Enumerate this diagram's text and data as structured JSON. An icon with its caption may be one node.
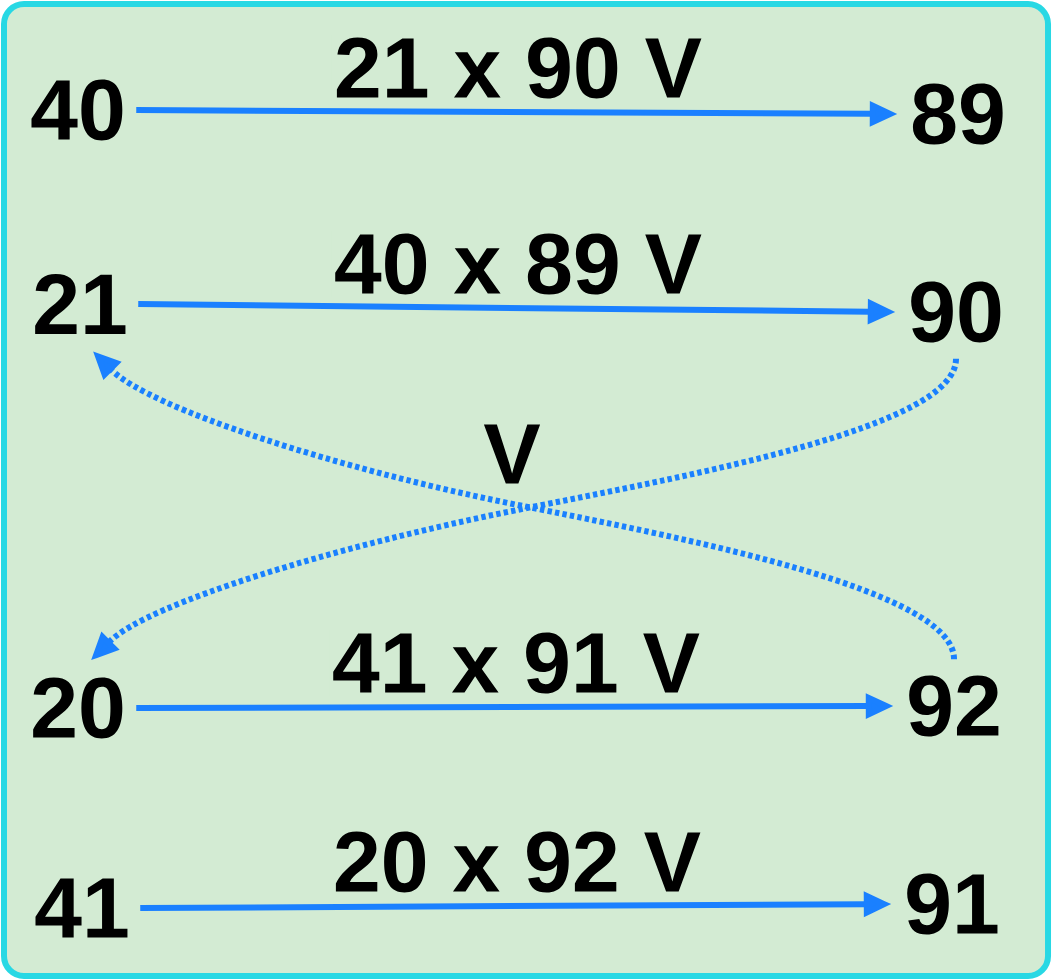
{
  "diagram": {
    "nodes": [
      {
        "text": [
          "40"
        ]
      },
      {
        "text": [
          "89"
        ]
      },
      {
        "text": [
          "21"
        ]
      },
      {
        "text": [
          "90"
        ]
      },
      {
        "text": [
          "20"
        ]
      },
      {
        "text": [
          "92"
        ]
      },
      {
        "text": [
          "41"
        ]
      },
      {
        "text": [
          "91"
        ]
      }
    ],
    "edges": [
      {
        "from": 0,
        "to": 1,
        "arrow": "to",
        "label": "21 x 90 V"
      },
      {
        "from": 2,
        "to": 3,
        "arrow": "to",
        "label": "40 x 89 V"
      },
      {
        "from": 3,
        "to": 4,
        "arrow": "to",
        "style": "dashed"
      },
      {
        "from": 5,
        "to": 2,
        "arrow": "to",
        "style": "dashed"
      },
      {
        "from": 4,
        "to": 5,
        "arrow": "to",
        "label": "41 x 91 V"
      },
      {
        "from": 6,
        "to": 7,
        "arrow": "to",
        "label": "20 x 92 V"
      }
    ],
    "labels": [
      "V"
    ]
  }
}
